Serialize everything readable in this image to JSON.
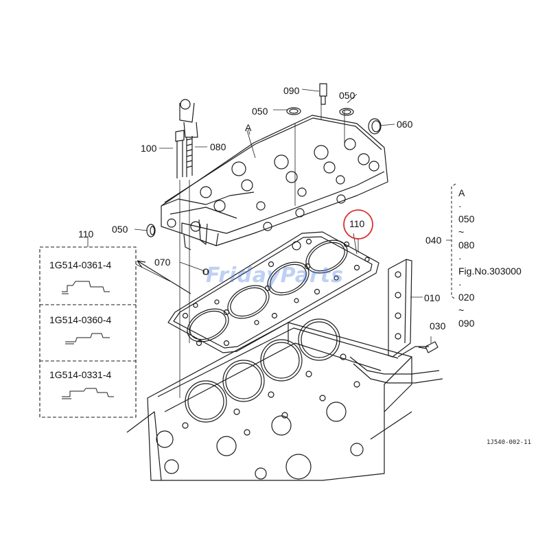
{
  "callouts": {
    "c090": "090",
    "c050_top": "050",
    "c050_left": "050",
    "c060": "060",
    "cA": "A",
    "c100": "100",
    "c080": "080",
    "c050_side": "050",
    "c070": "070",
    "c110_highlight": "110",
    "c110_group": "110",
    "c010": "010",
    "c030": "030",
    "c040": "040"
  },
  "gasket_options": [
    {
      "part_number": "1G514-0361-4"
    },
    {
      "part_number": "1G514-0360-4"
    },
    {
      "part_number": "1G514-0331-4"
    }
  ],
  "reference_range": [
    "A",
    "·",
    "050",
    "~",
    "080",
    "·",
    "Fig.No.303000",
    "·",
    "020",
    "~",
    "090"
  ],
  "figure_id": "1J540-002-11",
  "watermark": {
    "text": "FridayParts",
    "color": "#4a7fdc"
  },
  "highlight_color": "#d9302c"
}
